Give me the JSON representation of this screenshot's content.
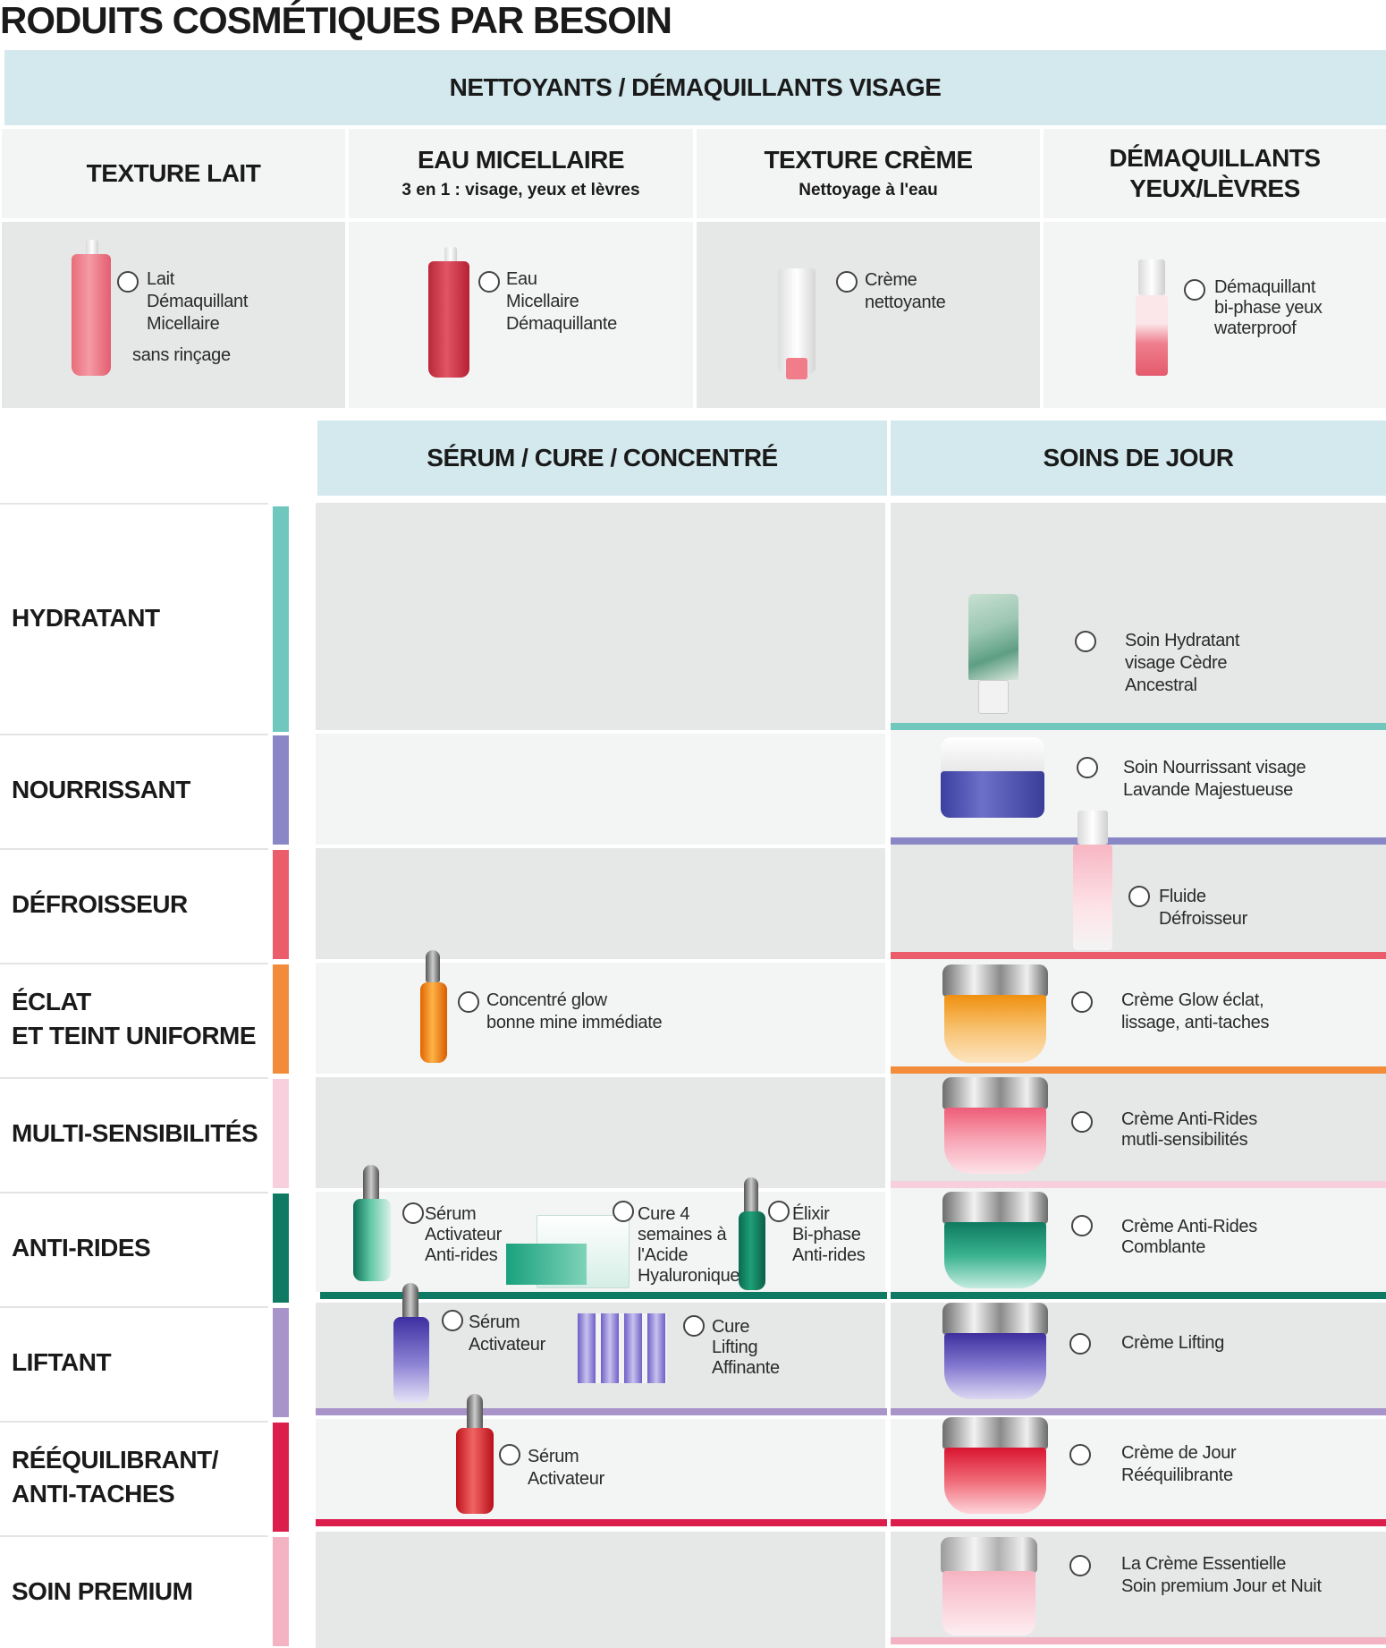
{
  "page_title": "RODUITS COSMÉTIQUES PAR BESOIN",
  "cleansers": {
    "band_title": "NETTOYANTS / DÉMAQUILLANTS VISAGE",
    "columns": [
      {
        "title": "TEXTURE LAIT",
        "subtitle": "",
        "products": [
          {
            "label": "Lait\nDémaquillant\nMicellaire",
            "extra": "sans rinçage"
          }
        ]
      },
      {
        "title": "EAU MICELLAIRE",
        "subtitle": "3 en 1 : visage, yeux et lèvres",
        "products": [
          {
            "label": "Eau\nMicellaire\nDémaquillante"
          }
        ]
      },
      {
        "title": "TEXTURE CRÈME",
        "subtitle": "Nettoyage à l'eau",
        "products": [
          {
            "label": "Crème\nnettoyante"
          }
        ]
      },
      {
        "title": "DÉMAQUILLANTS\nYEUX/LÈVRES",
        "subtitle": "",
        "products": [
          {
            "label": "Démaquillant\nbi-phase yeux\nwaterproof"
          }
        ]
      }
    ]
  },
  "treatments": {
    "serum_header": "SÉRUM / CURE / CONCENTRÉ",
    "day_header": "SOINS DE JOUR",
    "rows": [
      {
        "label": "HYDRATANT",
        "color": "#6fc7bd",
        "serums": [],
        "day": "Soin Hydratant\nvisage Cèdre\nAncestral"
      },
      {
        "label": "NOURRISSANT",
        "color": "#8a87c7",
        "serums": [],
        "day": "Soin Nourrissant visage\nLavande Majestueuse"
      },
      {
        "label": "DÉFROISSEUR",
        "color": "#ec5d6b",
        "serums": [],
        "day": "Fluide\nDéfroisseur"
      },
      {
        "label": "ÉCLAT\nET TEINT UNIFORME",
        "color": "#f28c3a",
        "serums": [
          "Concentré glow\nbonne mine immédiate"
        ],
        "day": "Crème Glow éclat,\nlissage, anti-taches"
      },
      {
        "label": "MULTI-SENSIBILITÉS",
        "color": "#f8cfdc",
        "serums": [],
        "day": "Crème Anti-Rides\nmutli-sensibilités"
      },
      {
        "label": "ANTI-RIDES",
        "color": "#0f7a64",
        "serums": [
          "Sérum\nActivateur\nAnti-rides",
          "Cure 4\nsemaines à\nl'Acide\nHyaluronique",
          "Élixir\nBi-phase\nAnti-rides"
        ],
        "day": "Crème Anti-Rides\nComblante"
      },
      {
        "label": "LIFTANT",
        "color": "#a894c8",
        "serums": [
          "Sérum\nActivateur",
          "Cure\nLifting\nAffinante"
        ],
        "day": "Crème Lifting"
      },
      {
        "label": "RÉÉQUILIBRANT/\nANTI-TACHES",
        "color": "#dc1e4c",
        "serums": [
          "Sérum\nActivateur"
        ],
        "day": "Crème de Jour\nRééquilibrante"
      },
      {
        "label": "SOIN PREMIUM",
        "color": "#f3b3c3",
        "serums": [],
        "day": "La Crème Essentielle\nSoin premium Jour et Nuit"
      }
    ]
  }
}
